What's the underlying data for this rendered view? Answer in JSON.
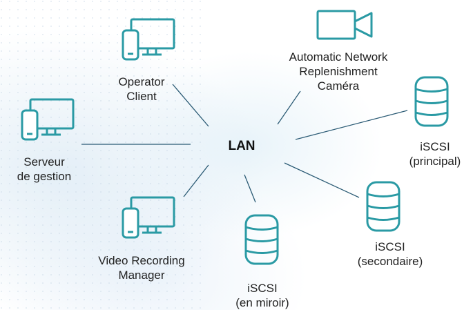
{
  "hub": {
    "label": "LAN"
  },
  "nodes": {
    "operator_client": {
      "icon": "workstation-icon",
      "lines": [
        "Operator",
        "Client"
      ]
    },
    "camera": {
      "icon": "video-camera-icon",
      "lines": [
        "Automatic Network",
        "Replenishment",
        "Caméra"
      ]
    },
    "iscsi_principal": {
      "icon": "database-icon",
      "lines": [
        "iSCSI",
        "(principal)"
      ]
    },
    "server": {
      "icon": "workstation-icon",
      "lines": [
        "Serveur",
        "de gestion"
      ]
    },
    "vrm": {
      "icon": "workstation-icon",
      "lines": [
        "Video Recording",
        "Manager"
      ]
    },
    "iscsi_mirror": {
      "icon": "database-icon",
      "lines": [
        "iSCSI",
        "(en miroir)"
      ]
    },
    "iscsi_secondary": {
      "icon": "database-icon",
      "lines": [
        "iSCSI",
        "(secondaire)"
      ]
    }
  },
  "colors": {
    "icon_stroke": "#2a9aa4",
    "connector": "#2a5a74",
    "text": "#222222"
  }
}
